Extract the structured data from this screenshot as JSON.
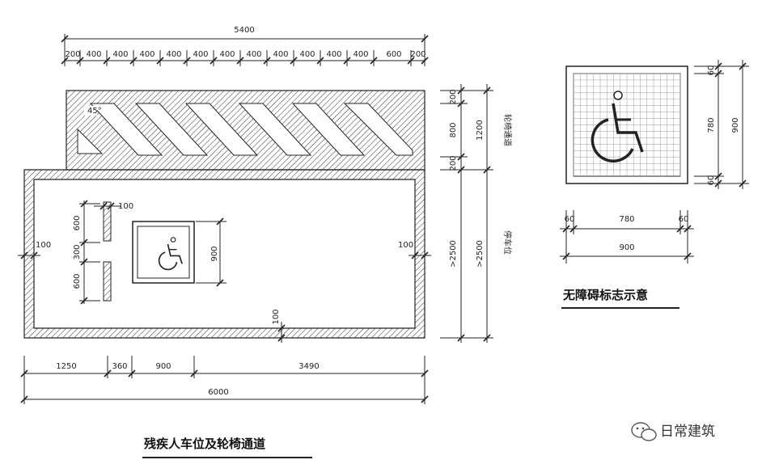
{
  "plan": {
    "title": "残疾人车位及轮椅通道",
    "top_total": "5400",
    "top_segments": [
      "200",
      "400",
      "400",
      "400",
      "400",
      "400",
      "400",
      "400",
      "400",
      "400",
      "400",
      "400",
      "600",
      "200"
    ],
    "angle": "45°",
    "right_aisle_small": [
      "200",
      "800",
      "200"
    ],
    "right_aisle_total": "1200",
    "right_aisle_label": "轮椅通道",
    "stall_dims": [
      ">2500",
      ">2500"
    ],
    "stall_label": "停车位",
    "edge_left": "100",
    "edge_right": "100",
    "edge_bottom": "100",
    "marker_gap": "100",
    "left_stack": [
      "600",
      "300",
      "600"
    ],
    "sign_height": "900",
    "bottom_segments": [
      "1250",
      "360",
      "900",
      "3490"
    ],
    "bottom_total": "6000"
  },
  "sign": {
    "title": "无障碍标志示意",
    "right_small": [
      "60",
      "780",
      "60"
    ],
    "right_total": "900",
    "bottom_small": [
      "60",
      "780",
      "60"
    ],
    "bottom_total": "900"
  },
  "watermark": {
    "text": "日常建筑"
  }
}
